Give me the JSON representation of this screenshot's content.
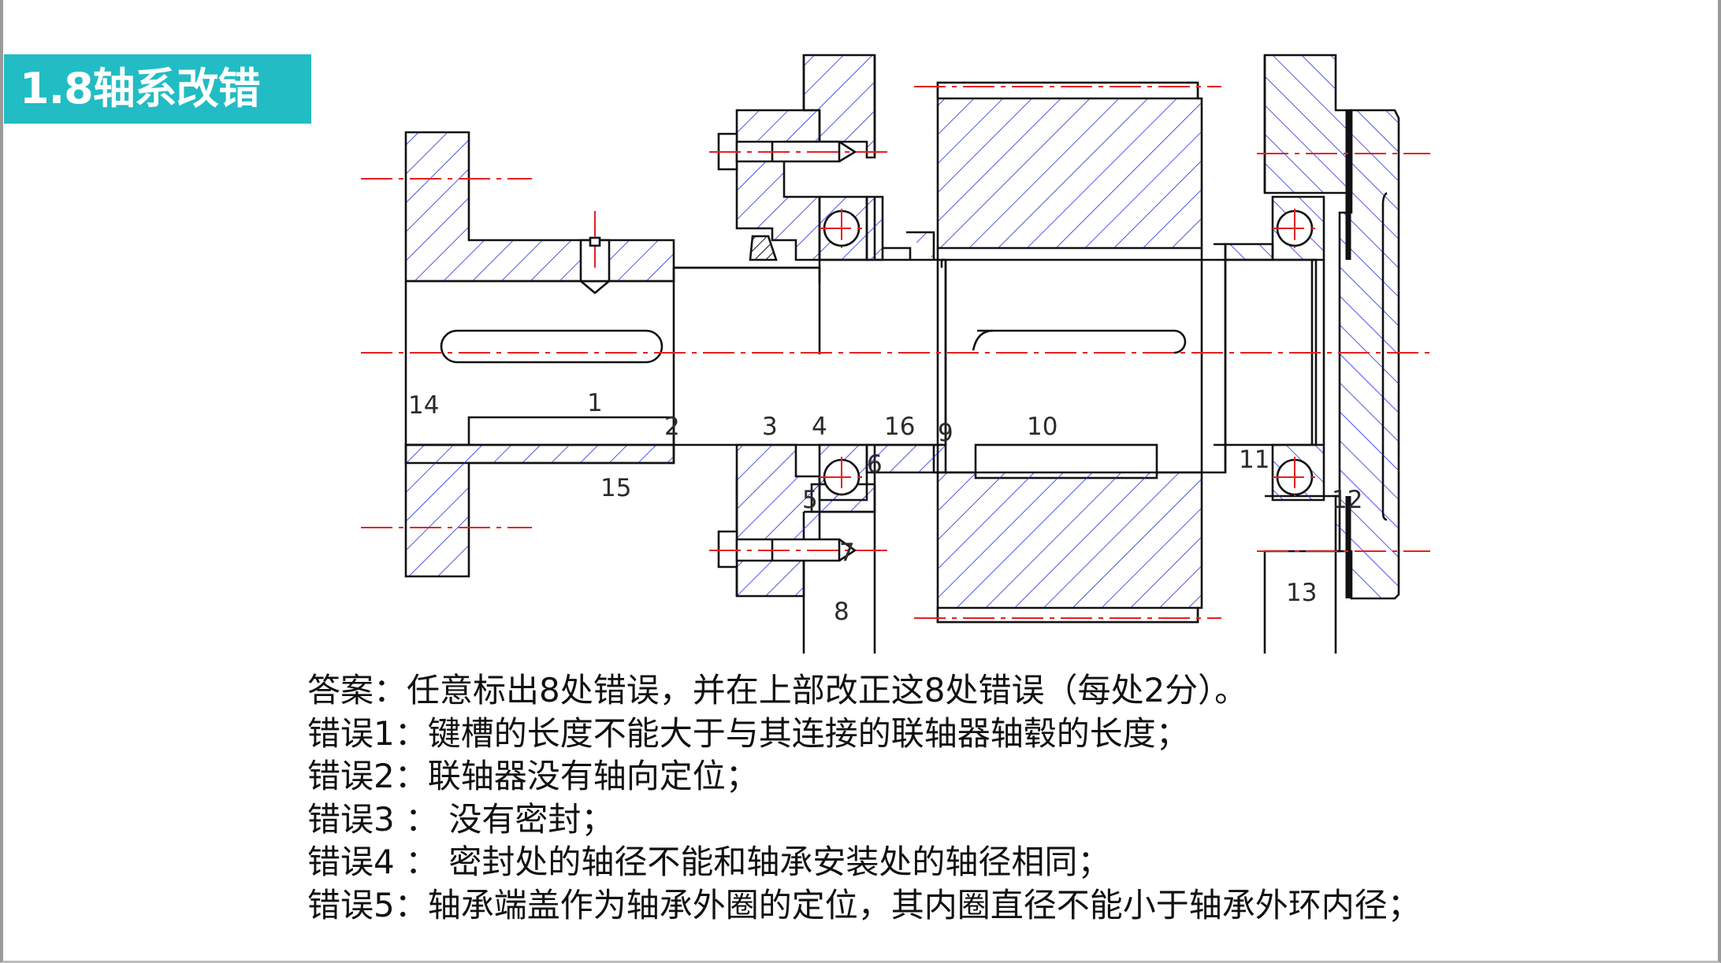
{
  "slide": {
    "title": "1.8轴系改错"
  },
  "diagram": {
    "labels": [
      "1",
      "2",
      "3",
      "4",
      "5",
      "6",
      "7",
      "8",
      "9",
      "10",
      "11",
      "12",
      "13",
      "14",
      "15",
      "16"
    ],
    "colors": {
      "outline": "#111111",
      "hatch": "#1f2fe0",
      "centerline": "#e52020",
      "title_bg": "#22bcc4"
    }
  },
  "answer": {
    "intro": "答案：任意标出8处错误，并在上部改正这8处错误（每处2分）。",
    "errors": [
      "错误1：键槽的长度不能大于与其连接的联轴器轴毂的长度；",
      "错误2：联轴器没有轴向定位；",
      "错误3 ： 没有密封；",
      "错误4 ： 密封处的轴径不能和轴承安装处的轴径相同；",
      "错误5：轴承端盖作为轴承外圈的定位，其内圈直径不能小于轴承外环内径；"
    ]
  }
}
